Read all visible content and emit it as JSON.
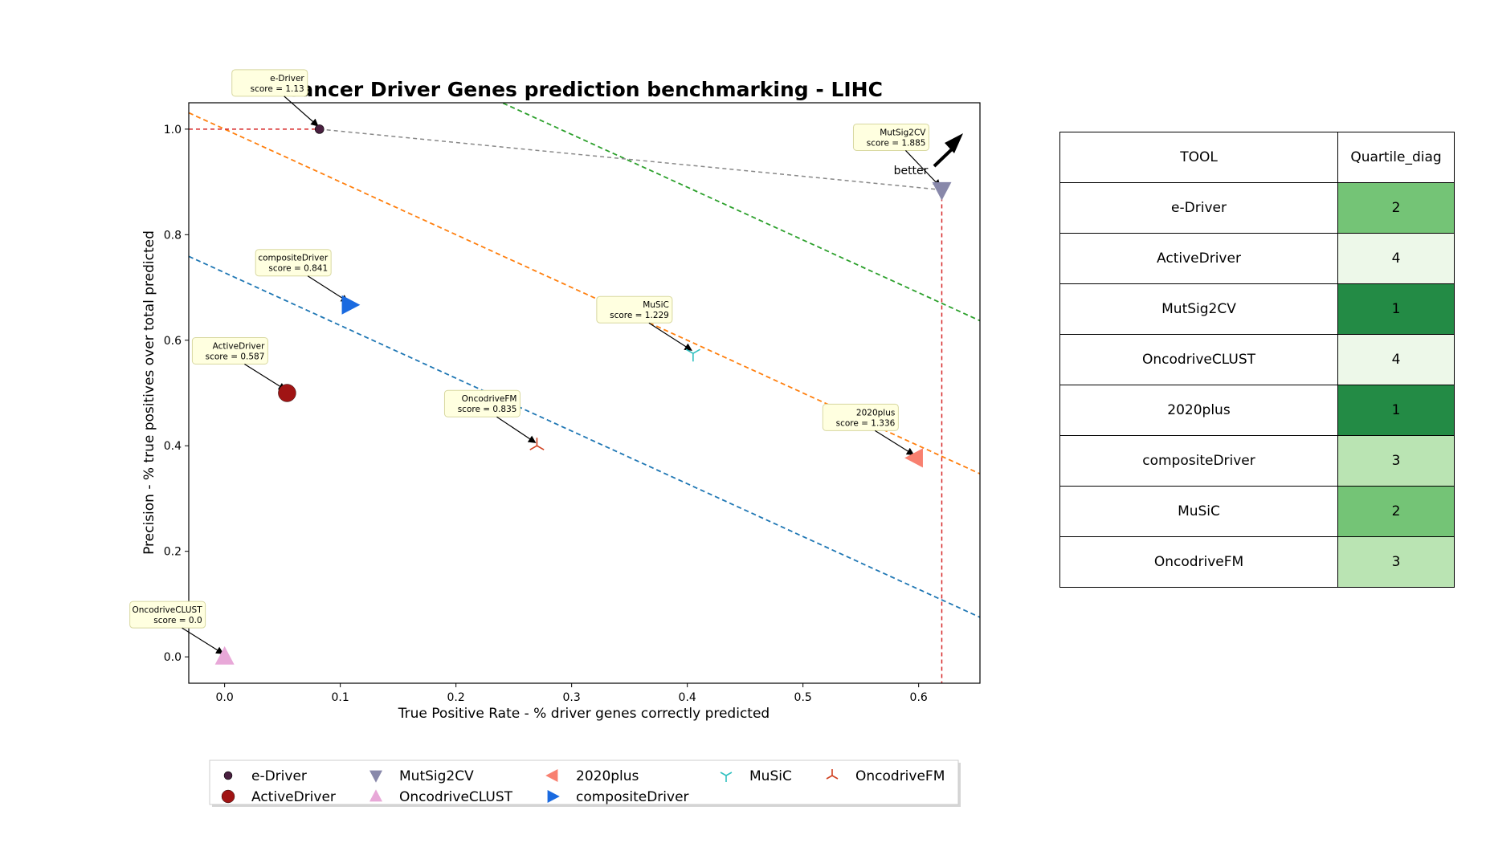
{
  "chart_data": {
    "type": "scatter",
    "title": "Cancer Driver Genes prediction benchmarking - LIHC",
    "xlabel": "True Positive Rate - % driver genes correctly predicted",
    "ylabel": "Precision - % true positives over total predicted",
    "xlim": [
      -0.031,
      0.653
    ],
    "ylim": [
      -0.05,
      1.05
    ],
    "xticks": [
      "0.0",
      "0.1",
      "0.2",
      "0.3",
      "0.4",
      "0.5",
      "0.6"
    ],
    "yticks": [
      "0.0",
      "0.2",
      "0.4",
      "0.6",
      "0.8",
      "1.0"
    ],
    "grid": false,
    "legend_position": "bottom",
    "better_label": "better",
    "points": [
      {
        "name": "e-Driver",
        "x": 0.082,
        "y": 1.0,
        "color": "#4a2040",
        "marker": "dot",
        "label": "e-Driver",
        "score_label": "score = 1.13"
      },
      {
        "name": "ActiveDriver",
        "x": 0.054,
        "y": 0.5,
        "color": "#a01414",
        "marker": "circle",
        "label": "ActiveDriver",
        "score_label": "score = 0.587"
      },
      {
        "name": "MutSig2CV",
        "x": 0.62,
        "y": 0.885,
        "color": "#8888aa",
        "marker": "triangle-down",
        "label": "MutSig2CV",
        "score_label": "score = 1.885"
      },
      {
        "name": "OncodriveCLUST",
        "x": 0.0,
        "y": 0.0,
        "color": "#e8a8d8",
        "marker": "triangle-up",
        "label": "OncodriveCLUST",
        "score_label": "score = 0.0"
      },
      {
        "name": "2020plus",
        "x": 0.597,
        "y": 0.377,
        "color": "#f88070",
        "marker": "triangle-left",
        "label": "2020plus",
        "score_label": "score = 1.336"
      },
      {
        "name": "compositeDriver",
        "x": 0.108,
        "y": 0.667,
        "color": "#1a6ae0",
        "marker": "triangle-right",
        "label": "compositeDriver",
        "score_label": "score = 0.841"
      },
      {
        "name": "MuSiC",
        "x": 0.405,
        "y": 0.575,
        "color": "#30c0c0",
        "marker": "tri-down",
        "label": "MuSiC",
        "score_label": "score = 1.229"
      },
      {
        "name": "OncodriveFM",
        "x": 0.27,
        "y": 0.4,
        "color": "#d04020",
        "marker": "tri-up",
        "label": "OncodriveFM",
        "score_label": "score = 0.835"
      }
    ],
    "legend_order": [
      "e-Driver",
      "MutSig2CV",
      "2020plus",
      "MuSiC",
      "OncodriveFM",
      "ActiveDriver",
      "OncodriveCLUST",
      "compositeDriver"
    ]
  },
  "table": {
    "headers": [
      "TOOL",
      "Quartile_diag"
    ],
    "rows": [
      {
        "tool": "e-Driver",
        "quartile": "2",
        "color": "#74c476"
      },
      {
        "tool": "ActiveDriver",
        "quartile": "4",
        "color": "#edf8e9"
      },
      {
        "tool": "MutSig2CV",
        "quartile": "1",
        "color": "#238b45"
      },
      {
        "tool": "OncodriveCLUST",
        "quartile": "4",
        "color": "#edf8e9"
      },
      {
        "tool": "2020plus",
        "quartile": "1",
        "color": "#238b45"
      },
      {
        "tool": "compositeDriver",
        "quartile": "3",
        "color": "#bae4b3"
      },
      {
        "tool": "MuSiC",
        "quartile": "2",
        "color": "#74c476"
      },
      {
        "tool": "OncodriveFM",
        "quartile": "3",
        "color": "#bae4b3"
      }
    ]
  }
}
